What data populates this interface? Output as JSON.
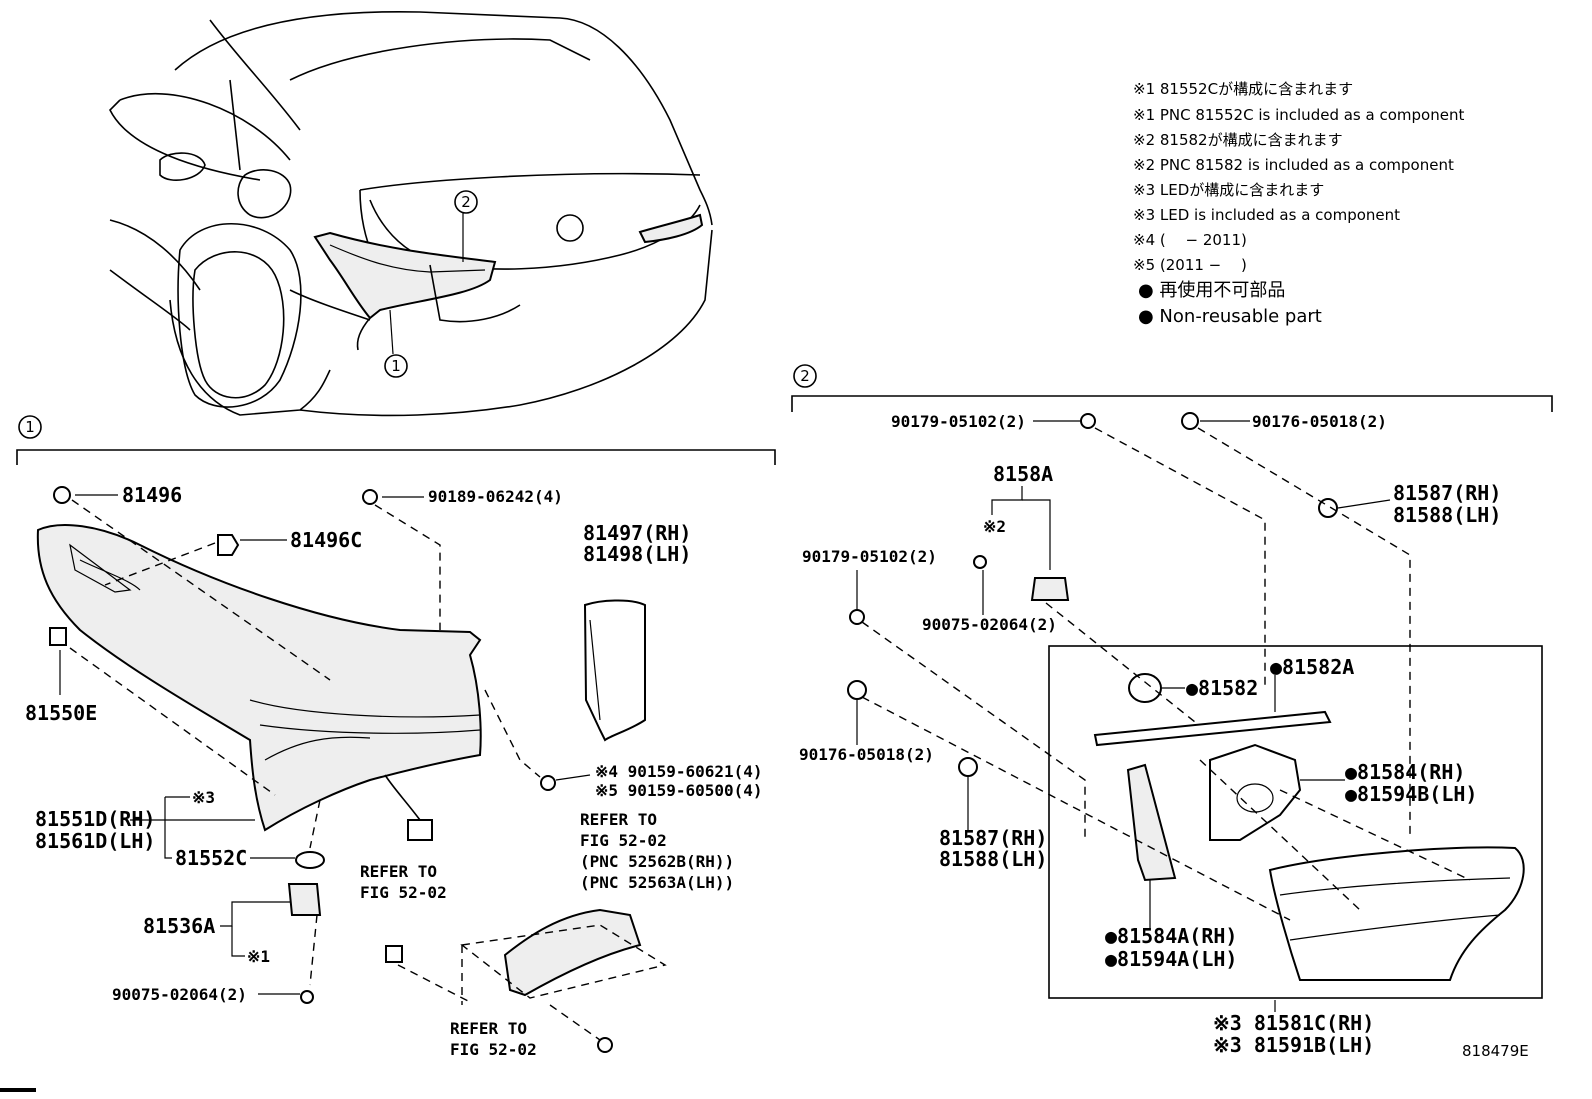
{
  "notes": [
    "※1 81552Cが構成に含まれます",
    "※1 PNC 81552C is included as a component",
    "※2 81582が構成に含まれます",
    "※2 PNC 81582 is included as a component",
    "※3 LEDが構成に含まれます",
    "※3 LED is included as a component",
    "※4 (　 − 2011)",
    "※5 (2011 −　 )",
    "● 再使用不可部品",
    "● Non-reusable part"
  ],
  "callouts": {
    "one": "1",
    "two": "2"
  },
  "part_numbers": {
    "p81496": "81496",
    "p81496C": "81496C",
    "p90189": "90189-06242(4)",
    "p81497": "81497(RH)",
    "p81498": "81498(LH)",
    "p81550E": "81550E",
    "p90159_a": "※4 90159-60621(4)",
    "p90159_b": "※5 90159-60500(4)",
    "p81551D": "81551D(RH)",
    "p81561D": "81561D(LH)",
    "note3_small": "※3",
    "p81552C": "81552C",
    "p81536A": "81536A",
    "note1_small": "※1",
    "p90075_left": "90075-02064(2)",
    "p90179_top": "90179-05102(2)",
    "p90176_top": "90176-05018(2)",
    "p8158A": "8158A",
    "note2_small": "※2",
    "p81587_top": "81587(RH)",
    "p81588_top": "81588(LH)",
    "p90179_mid": "90179-05102(2)",
    "p90075_right": "90075-02064(2)",
    "p81582": "●81582",
    "p81582A": "●81582A",
    "p90176_mid": "90176-05018(2)",
    "p81584": "●81584(RH)",
    "p81594B": "●81594B(LH)",
    "p81587_bot": "81587(RH)",
    "p81588_bot": "81588(LH)",
    "p81584A": "●81584A(RH)",
    "p81594A": "●81594A(LH)",
    "p81581C": "※3 81581C(RH)",
    "p81591B": "※3 81591B(LH)"
  },
  "refer": {
    "r1_l1": "REFER TO",
    "r1_l2": "FIG 52-02",
    "r1_l3": "(PNC 52562B(RH))",
    "r1_l4": "(PNC 52563A(LH))",
    "r2_l1": "REFER TO",
    "r2_l2": "FIG 52-02",
    "r3_l1": "REFER TO",
    "r3_l2": "FIG 52-02"
  },
  "figure_id": "818479E"
}
